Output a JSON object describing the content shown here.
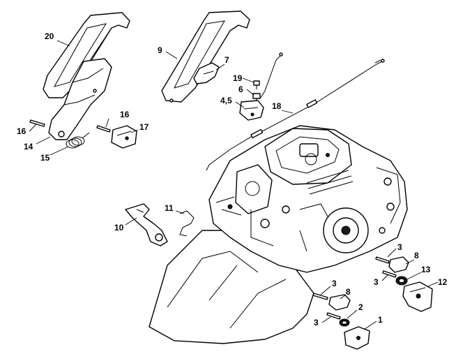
{
  "callouts": [
    {
      "id": "c20",
      "text": "20"
    },
    {
      "id": "c9",
      "text": "9"
    },
    {
      "id": "c7",
      "text": "7"
    },
    {
      "id": "c19",
      "text": "19"
    },
    {
      "id": "c6",
      "text": "6"
    },
    {
      "id": "c45",
      "text": "4,5"
    },
    {
      "id": "c18",
      "text": "18"
    },
    {
      "id": "c16a",
      "text": "16"
    },
    {
      "id": "c16b",
      "text": "16"
    },
    {
      "id": "c17",
      "text": "17"
    },
    {
      "id": "c14",
      "text": "14"
    },
    {
      "id": "c15",
      "text": "15"
    },
    {
      "id": "c11",
      "text": "11"
    },
    {
      "id": "c10",
      "text": "10"
    },
    {
      "id": "c3a",
      "text": "3"
    },
    {
      "id": "c8a",
      "text": "8"
    },
    {
      "id": "c13",
      "text": "13"
    },
    {
      "id": "c3b",
      "text": "3"
    },
    {
      "id": "c12",
      "text": "12"
    },
    {
      "id": "c3c",
      "text": "3"
    },
    {
      "id": "c8b",
      "text": "8"
    },
    {
      "id": "c2",
      "text": "2"
    },
    {
      "id": "c3d",
      "text": "3"
    },
    {
      "id": "c1",
      "text": "1"
    }
  ]
}
